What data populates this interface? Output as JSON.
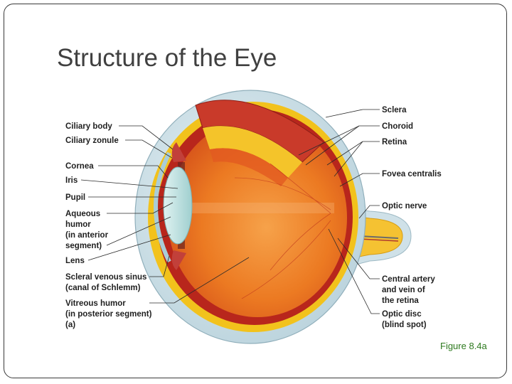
{
  "slide": {
    "title": "Structure of the Eye",
    "caption": "Figure 8.4a"
  },
  "diagram": {
    "labels_left": [
      {
        "id": "ciliary-body",
        "lines": [
          "Ciliary body"
        ]
      },
      {
        "id": "ciliary-zonule",
        "lines": [
          "Ciliary zonule"
        ]
      },
      {
        "id": "cornea",
        "lines": [
          "Cornea"
        ]
      },
      {
        "id": "iris",
        "lines": [
          "Iris"
        ]
      },
      {
        "id": "pupil",
        "lines": [
          "Pupil"
        ]
      },
      {
        "id": "aqueous-humor",
        "lines": [
          "Aqueous",
          "humor",
          "(in anterior",
          "segment)"
        ]
      },
      {
        "id": "lens",
        "lines": [
          "Lens"
        ]
      },
      {
        "id": "scleral-venous-sinus",
        "lines": [
          "Scleral venous sinus",
          "(canal of Schlemm)"
        ]
      },
      {
        "id": "vitreous-humor",
        "lines": [
          "Vitreous humor",
          "(in posterior segment)",
          "(a)"
        ]
      }
    ],
    "labels_right": [
      {
        "id": "sclera",
        "lines": [
          "Sclera"
        ]
      },
      {
        "id": "choroid",
        "lines": [
          "Choroid"
        ]
      },
      {
        "id": "retina",
        "lines": [
          "Retina"
        ]
      },
      {
        "id": "fovea-centralis",
        "lines": [
          "Fovea centralis"
        ]
      },
      {
        "id": "optic-nerve",
        "lines": [
          "Optic nerve"
        ]
      },
      {
        "id": "central-artery",
        "lines": [
          "Central artery",
          "and vein of",
          "the retina"
        ]
      },
      {
        "id": "optic-disc",
        "lines": [
          "Optic disc",
          "(blind spot)"
        ]
      }
    ],
    "colors": {
      "sclera": "#c9dde6",
      "choroid": "#f2c21c",
      "retina_outer": "#b8261c",
      "vitreous": "#e8731e",
      "lens": "#bfe3e2",
      "optic_nerve": "#f5c232"
    }
  }
}
